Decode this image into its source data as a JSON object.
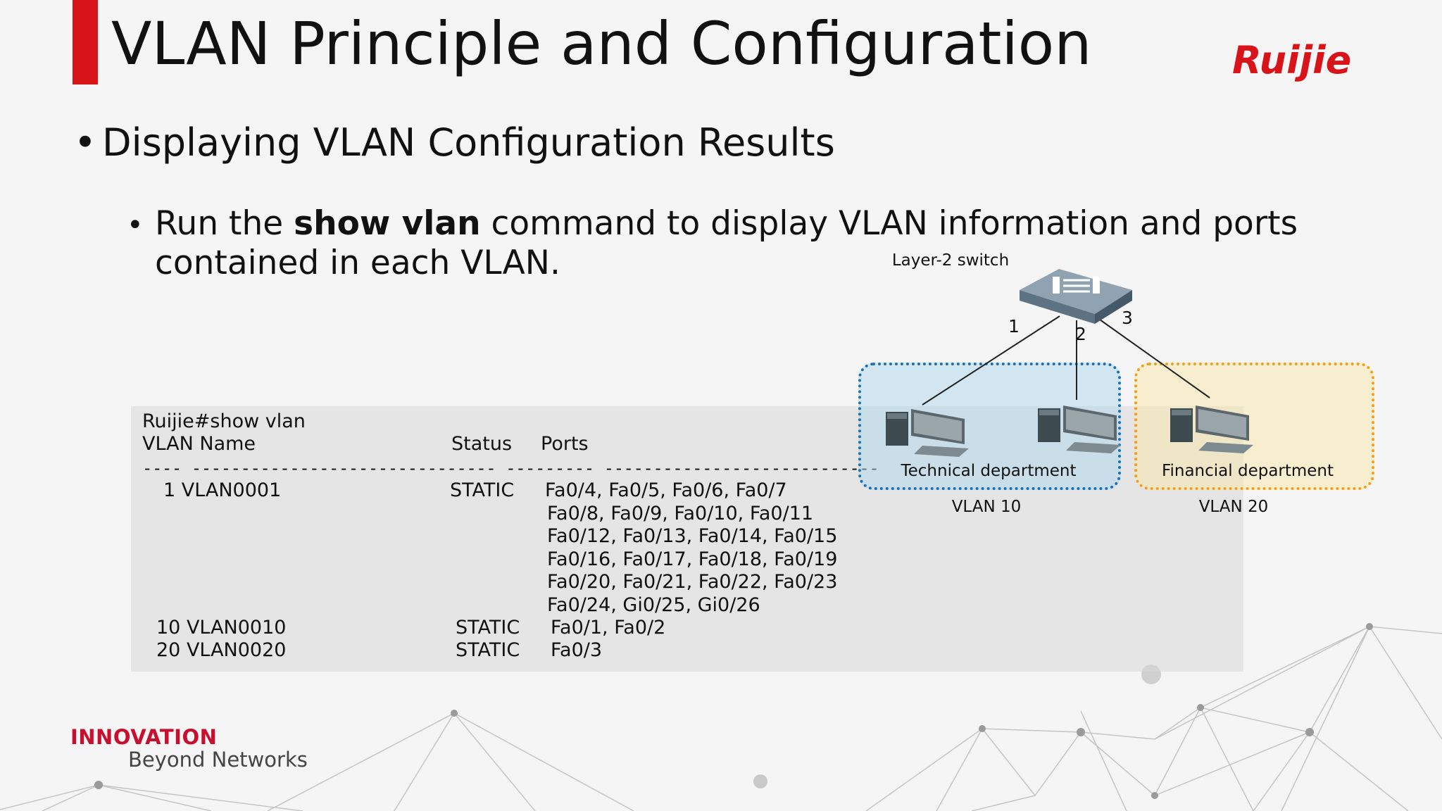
{
  "slide": {
    "title": "VLAN Principle and Configuration",
    "bullet1": "Displaying VLAN Configuration Results",
    "bullet2_pre": "Run the ",
    "bullet2_bold": "show vlan",
    "bullet2_post": " command to display VLAN information and ports contained in each VLAN.",
    "bullet_symbol": "•"
  },
  "brand": {
    "logo_text": "Ruijie",
    "footer_line1": "INNOVATION",
    "footer_line2": "Beyond Networks",
    "accent_color": "#d7141a"
  },
  "cli": {
    "prompt": "Ruijie#show vlan",
    "header_vlan_name": "VLAN Name",
    "header_status": "Status",
    "header_ports": "Ports",
    "separator": "---- ------------------------------- --------- -----------------------------------",
    "rows": [
      {
        "id_name": "1 VLAN0001",
        "status": "STATIC",
        "ports": [
          "Fa0/4, Fa0/5, Fa0/6, Fa0/7",
          "Fa0/8, Fa0/9, Fa0/10, Fa0/11",
          "Fa0/12, Fa0/13, Fa0/14, Fa0/15",
          "Fa0/16, Fa0/17, Fa0/18, Fa0/19",
          "Fa0/20, Fa0/21, Fa0/22, Fa0/23",
          "Fa0/24, Gi0/25, Gi0/26"
        ]
      },
      {
        "id_name": "10 VLAN0010",
        "status": "STATIC",
        "ports": [
          "Fa0/1, Fa0/2"
        ]
      },
      {
        "id_name": "20 VLAN0020",
        "status": "STATIC",
        "ports": [
          "Fa0/3"
        ]
      }
    ]
  },
  "diagram": {
    "switch_label": "Layer-2 switch",
    "port_labels": [
      "1",
      "2",
      "3"
    ],
    "tech_dept": "Technical department",
    "fin_dept": "Financial department",
    "vlan10": "VLAN 10",
    "vlan20": "VLAN 20",
    "tech_color": "#1a6fb5",
    "fin_color": "#f0a020"
  }
}
